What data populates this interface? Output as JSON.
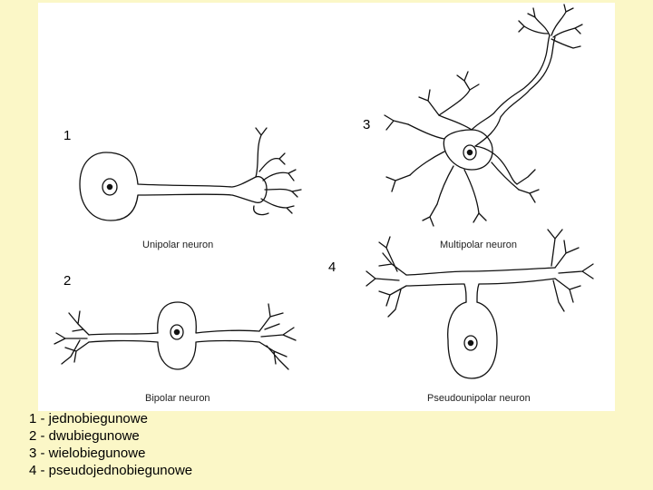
{
  "diagram": {
    "neurons": [
      {
        "number": "1",
        "caption": "Unipolar neuron"
      },
      {
        "number": "2",
        "caption": "Bipolar neuron"
      },
      {
        "number": "3",
        "caption": "Multipolar neuron"
      },
      {
        "number": "4",
        "caption": "Pseudounipolar neuron"
      }
    ]
  },
  "legend": [
    "1 - jednobiegunowe",
    "2 - dwubiegunowe",
    "3 - wielobiegunowe",
    "4 - pseudojednobiegunowe"
  ]
}
